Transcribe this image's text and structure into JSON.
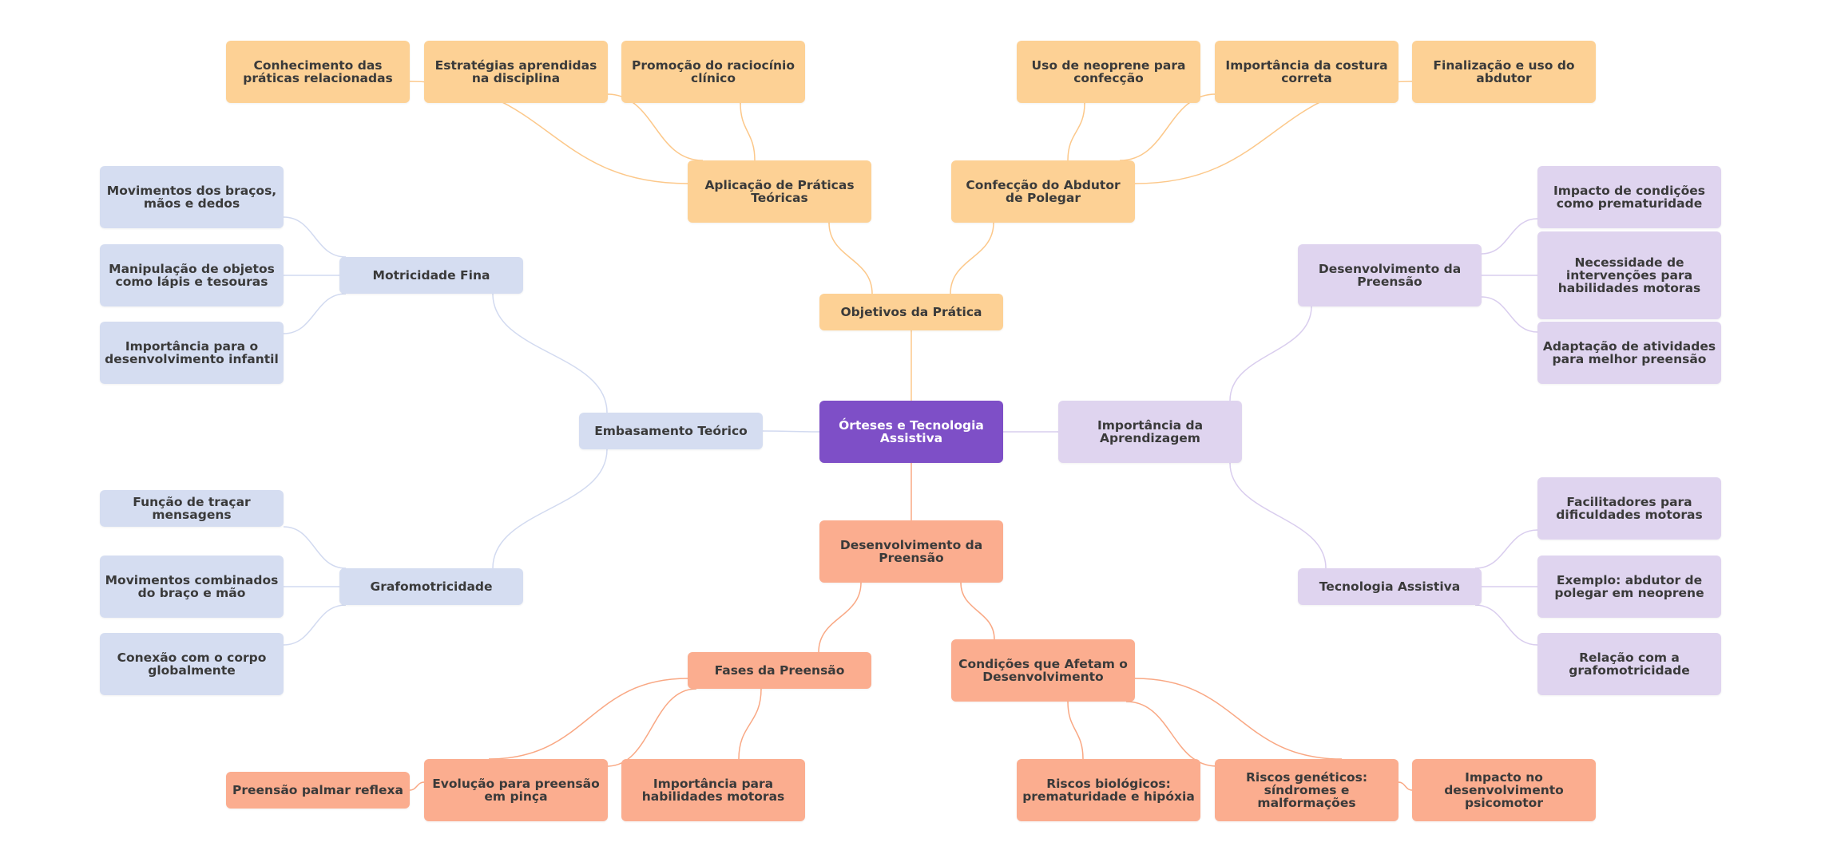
{
  "colors": {
    "root": "#7e4fc7",
    "objetivos": "#fdd195",
    "embasamento": "#d5ddf1",
    "aprendizagem": "#dfd4ef",
    "preensao": "#fbad8f",
    "edge_orange": "#fcc88a",
    "edge_blue": "#d2daf0",
    "edge_purple": "#d9cdee",
    "edge_salmon": "#f9a884"
  },
  "mindmap": {
    "root": "Órteses e Tecnologia Assistiva",
    "objetivos": {
      "label": "Objetivos da Prática",
      "aplicacao": {
        "label": "Aplicação de Práticas Teóricas",
        "items": [
          "Conhecimento das práticas relacionadas",
          "Estratégias aprendidas na disciplina",
          "Promoção do raciocínio clínico"
        ]
      },
      "confeccao": {
        "label": "Confecção do Abdutor de Polegar",
        "items": [
          "Uso de neoprene para confecção",
          "Importância da costura correta",
          "Finalização e uso do abdutor"
        ]
      }
    },
    "embasamento": {
      "label": "Embasamento Teórico",
      "motricidade": {
        "label": "Motricidade Fina",
        "items": [
          "Movimentos dos braços, mãos e dedos",
          "Manipulação de objetos como lápis e tesouras",
          "Importância para o desenvolvimento infantil"
        ]
      },
      "grafomotricidade": {
        "label": "Grafomotricidade",
        "items": [
          "Função de traçar mensagens",
          "Movimentos combinados do braço e mão",
          "Conexão com o corpo globalmente"
        ]
      }
    },
    "aprendizagem": {
      "label": "Importância da Aprendizagem",
      "desenvolvimento": {
        "label": "Desenvolvimento da Preensão",
        "items": [
          "Impacto de condições como prematuridade",
          "Necessidade de intervenções para habilidades motoras",
          "Adaptação de atividades para melhor preensão"
        ]
      },
      "tecnologia": {
        "label": "Tecnologia Assistiva",
        "items": [
          "Facilitadores para dificuldades motoras",
          "Exemplo: abdutor de polegar em neoprene",
          "Relação com a grafomotricidade"
        ]
      }
    },
    "preensao": {
      "label": "Desenvolvimento da Preensão",
      "fases": {
        "label": "Fases da Preensão",
        "evolucao": "Evolução para preensão em pinça",
        "palmar": "Preensão palmar reflexa",
        "importancia": "Importância para habilidades motoras"
      },
      "condicoes": {
        "label": "Condições que Afetam o Desenvolvimento",
        "items": [
          "Riscos biológicos: prematuridade e hipóxia",
          "Riscos genéticos: síndromes e malformações",
          "Impacto no desenvolvimento psicomotor"
        ]
      }
    }
  }
}
